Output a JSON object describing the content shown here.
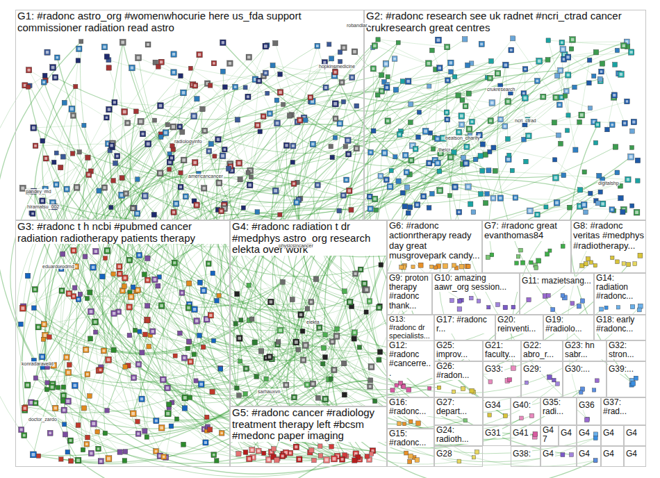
{
  "diagram": {
    "nodes": [
      {
        "text": [
          "G1: #radonc astro_org #womenwhocurie here us_fda support commissioner radiation read astro"
        ]
      },
      {
        "text": [
          "G2: #radonc research see uk radnet #ncri_ctrad cancer crukresearch great centres"
        ]
      },
      {
        "text": [
          "G3: #radonc t h ncbi #pubmed cancer radiation radiotherapy patients therapy"
        ]
      },
      {
        "text": [
          "G4: #radonc radiation t dr #medphys astro_org research elekta over work"
        ]
      },
      {
        "text": [
          "G5: #radonc cancer #radiology treatment therapy left #bcsm #medonc paper imaging"
        ]
      },
      {
        "text": [
          "G6: #radonc actionrtherapy ready day great musgrovepark candy..."
        ]
      },
      {
        "text": [
          "G7: #radonc great evanthomas84"
        ]
      },
      {
        "text": [
          "G8: #radonc veritas #medphys #radiotherapy..."
        ]
      },
      {
        "text": [
          "G9: proton therapy #radonc thank..."
        ]
      },
      {
        "text": [
          "G10: amazing aawr_org session..."
        ]
      },
      {
        "text": [
          "G11: mazietsang..."
        ]
      },
      {
        "text": [
          "G14: radiation #radonc..."
        ]
      },
      {
        "text": [
          "G13: #radonc dr specialists..."
        ]
      },
      {
        "text": [
          "G17: #radonc r..."
        ]
      },
      {
        "text": [
          "G20: reinventi..."
        ]
      },
      {
        "text": [
          "G19: #radiolo..."
        ]
      },
      {
        "text": [
          "G18: early #radonc..."
        ]
      },
      {
        "text": [
          "G12: #radonc #cancerre..."
        ]
      },
      {
        "text": [
          "G25: improv..."
        ]
      },
      {
        "text": [
          "G21: faculty..."
        ]
      },
      {
        "text": [
          "G22: abro_r..."
        ]
      },
      {
        "text": [
          "G23: hn sabr..."
        ]
      },
      {
        "text": [
          "G32: stron..."
        ]
      },
      {
        "text": [
          "G26: #radon..."
        ]
      },
      {
        "text": [
          "G33:"
        ]
      },
      {
        "text": [
          "G29:"
        ]
      },
      {
        "text": [
          "G30:..."
        ]
      },
      {
        "text": [
          "G39:..."
        ]
      },
      {
        "text": [
          "G16: #radonc..."
        ]
      },
      {
        "text": [
          "G27: depart..."
        ]
      },
      {
        "text": [
          "G34"
        ]
      },
      {
        "text": [
          "G40:"
        ]
      },
      {
        "text": [
          "G35: radi..."
        ]
      },
      {
        "text": [
          "G36"
        ]
      },
      {
        "text": [
          "G37: #rad..."
        ]
      },
      {
        "text": [
          "G15: #radonc..."
        ]
      },
      {
        "text": [
          "G24: radioth..."
        ]
      },
      {
        "text": [
          "G31"
        ]
      },
      {
        "text": [
          "G41"
        ]
      },
      {
        "text": [
          "G47"
        ]
      },
      {
        "text": [
          "G4"
        ]
      },
      {
        "text": [
          "G4"
        ]
      },
      {
        "text": [
          "G4"
        ]
      },
      {
        "text": [
          "G4"
        ]
      },
      {
        "text": [
          "G28"
        ]
      },
      {
        "text": [
          "G38:"
        ]
      },
      {
        "text": [
          "G4"
        ]
      },
      {
        "text": [
          "G4"
        ]
      },
      {
        "text": [
          "G4"
        ]
      },
      {
        "text": [
          "G4"
        ]
      }
    ],
    "labels": [
      "robandlar",
      "hopkinsmedicine",
      "radiologyinfo",
      "americancancer",
      "pandey_md",
      "hiramatsu_002",
      "crukresearch",
      "ncri_ctrad",
      "digitalshp",
      "theicr",
      "beatson_charity",
      "eduardorodmd",
      "doctor_zardo",
      "konradaravelid",
      "physicsincancer",
      "elekta",
      "sarhauxvn"
    ]
  }
}
